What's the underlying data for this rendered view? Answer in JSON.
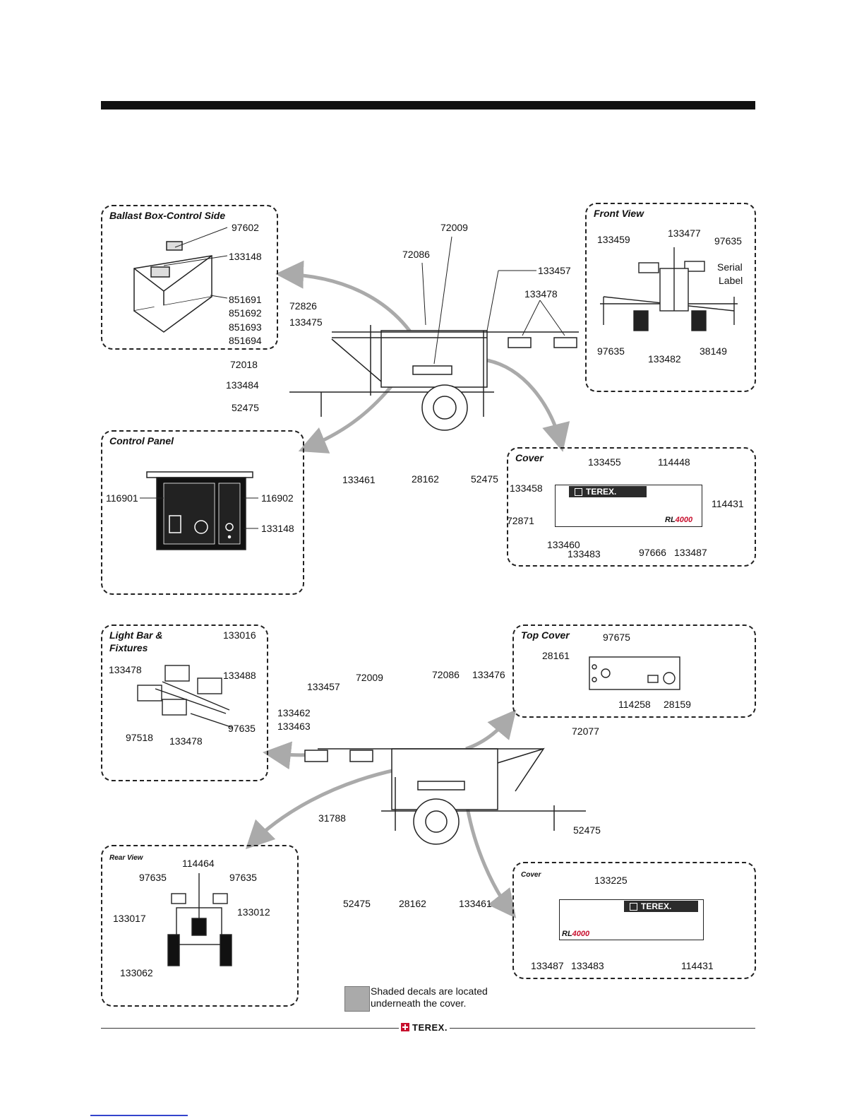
{
  "panels": {
    "ballast": {
      "title": "Ballast Box-Control Side",
      "labels": [
        "97602",
        "133148",
        "851691",
        "851692",
        "851693",
        "851694"
      ]
    },
    "front_view": {
      "title": "Front View",
      "labels": [
        "133459",
        "133477",
        "97635",
        "Serial",
        "Label",
        "97635",
        "133482",
        "38149"
      ]
    },
    "control_panel": {
      "title": "Control Panel",
      "labels": [
        "116901",
        "116902",
        "133148"
      ]
    },
    "cover_top": {
      "title": "Cover",
      "labels": [
        "133455",
        "114448",
        "133458",
        "114431",
        "72871",
        "133460",
        "133483",
        "97666",
        "133487"
      ],
      "brand": "TEREX.",
      "model_prefix": "RL",
      "model_suffix": "4000"
    },
    "light_bar": {
      "title": "Light Bar &",
      "title2": "Fixtures",
      "labels": [
        "133016",
        "133478",
        "133488",
        "97635",
        "97518",
        "133478"
      ]
    },
    "top_cover": {
      "title": "Top Cover",
      "labels": [
        "97675",
        "28161",
        "114258",
        "28159"
      ]
    },
    "rear_view": {
      "title": "Rear View",
      "labels": [
        "114464",
        "97635",
        "97635",
        "133017",
        "133012",
        "133062"
      ]
    },
    "cover_bottom": {
      "title": "Cover",
      "labels": [
        "133225",
        "133487",
        "133483",
        "114431"
      ],
      "brand": "TEREX.",
      "model_prefix": "RL",
      "model_suffix": "4000"
    }
  },
  "trailer_top": {
    "labels": [
      "72009",
      "72086",
      "133457",
      "133478",
      "72826",
      "133475",
      "72018",
      "133484",
      "52475",
      "133461",
      "28162",
      "52475"
    ]
  },
  "trailer_bottom": {
    "labels": [
      "72009",
      "72086",
      "133476",
      "133457",
      "133462",
      "133463",
      "72077",
      "31788",
      "52475",
      "52475",
      "28162",
      "133461"
    ]
  },
  "legend": {
    "line1": "Shaded decals are located",
    "line2": "underneath the cover."
  },
  "footer": {
    "brand": "TEREX."
  },
  "colors": {
    "arrow": "#aaaaaa",
    "accent_red": "#c8102e",
    "ink": "#111111"
  }
}
